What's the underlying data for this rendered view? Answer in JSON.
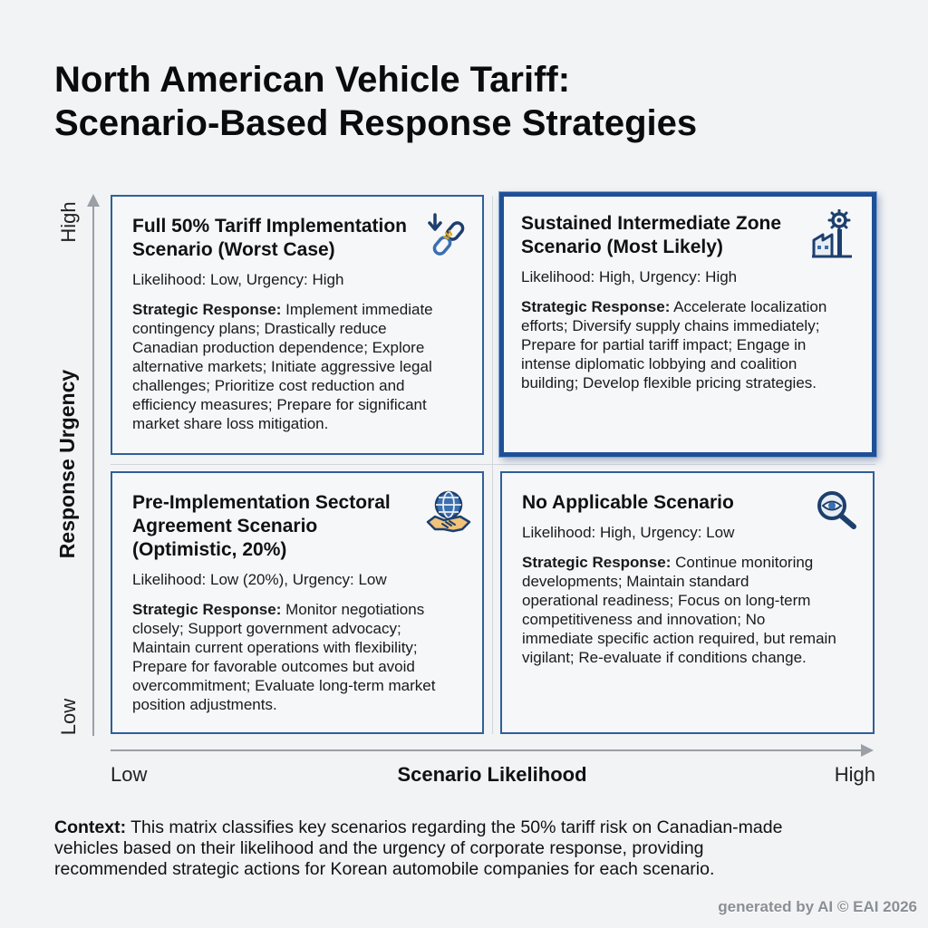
{
  "title": {
    "line1": "North American Vehicle Tariff:",
    "line2": "Scenario-Based Response Strategies"
  },
  "axes": {
    "y_title": "Response Urgency",
    "y_high": "High",
    "y_low": "Low",
    "x_title": "Scenario Likelihood",
    "x_low": "Low",
    "x_high": "High"
  },
  "quadrants": {
    "top_left": {
      "title_lines": [
        "Full 50% Tariff Implementation",
        "Scenario (Worst Case)"
      ],
      "meta": "Likelihood: Low, Urgency: High",
      "response_label": "Strategic Response:",
      "response_lines": [
        " Implement immediate",
        "contingency plans; Drastically reduce",
        "Canadian production dependence; Explore",
        "alternative markets; Initiate aggressive legal",
        "challenges; Prioritize cost reduction and",
        "efficiency measures; Prepare for significant",
        "market share loss mitigation."
      ],
      "icon": "broken-chain-icon",
      "highlighted": false
    },
    "top_right": {
      "title_lines": [
        "Sustained Intermediate Zone",
        "Scenario (Most Likely)"
      ],
      "meta": "Likelihood: High, Urgency: High",
      "response_label": "Strategic Response:",
      "response_lines": [
        " Accelerate localization",
        "efforts; Diversify supply chains immediately;",
        "Prepare for partial tariff impact; Engage in",
        "intense diplomatic lobbying and coalition",
        "building; Develop flexible pricing strategies."
      ],
      "icon": "factory-gear-icon",
      "highlighted": true
    },
    "bottom_left": {
      "title_lines": [
        "Pre-Implementation Sectoral",
        "Agreement Scenario",
        "(Optimistic, 20%)"
      ],
      "meta": "Likelihood: Low (20%), Urgency: Low",
      "response_label": "Strategic Response:",
      "response_lines": [
        " Monitor negotiations",
        "closely; Support government advocacy;",
        "Maintain current operations with flexibility;",
        "Prepare for favorable outcomes but avoid",
        "overcommitment; Evaluate long-term market",
        "position adjustments."
      ],
      "icon": "globe-handshake-icon",
      "highlighted": false
    },
    "bottom_right": {
      "title_lines": [
        "No Applicable Scenario"
      ],
      "meta": "Likelihood: High, Urgency: Low",
      "response_label": "Strategic Response:",
      "response_lines": [
        " Continue monitoring",
        "developments; Maintain standard",
        "operational readiness; Focus on long-term",
        "competitiveness and innovation; No",
        "immediate specific action required, but remain",
        "vigilant; Re-evaluate if conditions change."
      ],
      "icon": "magnifier-eye-icon",
      "highlighted": false
    }
  },
  "context": {
    "label": "Context:",
    "lines": [
      " This matrix classifies key scenarios regarding the 50% tariff risk on Canadian-made",
      "vehicles based on their likelihood and the urgency of corporate response, providing",
      "recommended strategic actions for Korean automobile companies for each scenario."
    ]
  },
  "watermark": "generated by AI © EAI 2026",
  "colors": {
    "background": "#f1f3f5",
    "card_border": "#2f5f9a",
    "highlight_border": "#1f4f96",
    "axis": "#9aa0a6"
  }
}
